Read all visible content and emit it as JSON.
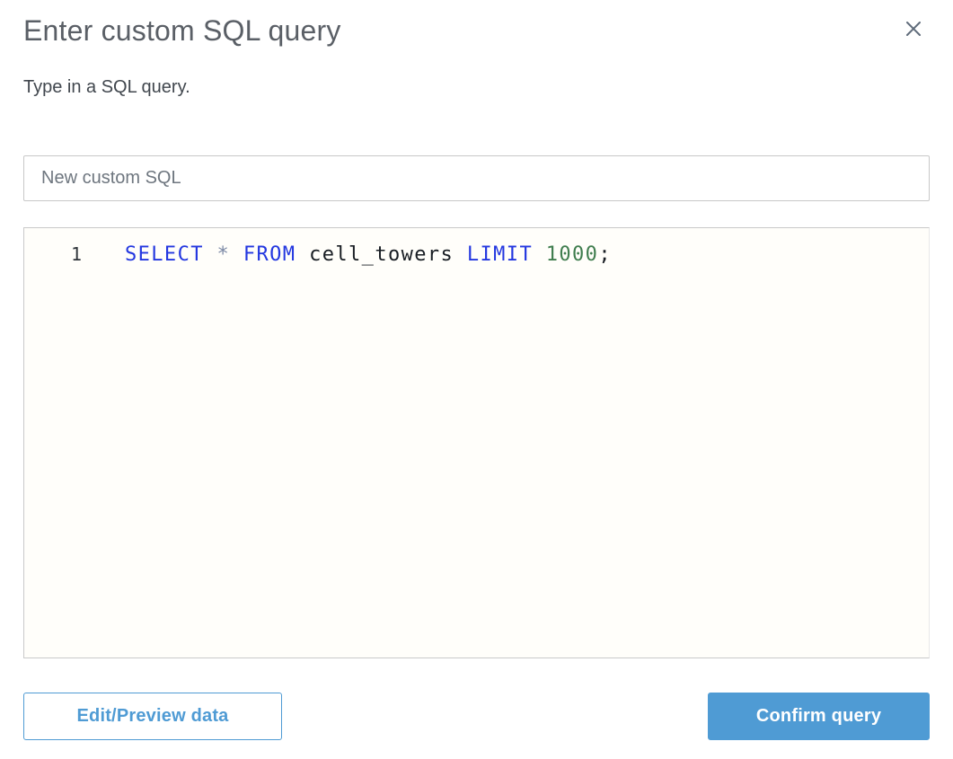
{
  "modal": {
    "title": "Enter custom SQL query",
    "subtitle": "Type in a SQL query."
  },
  "query_name_input": {
    "value": "New custom SQL"
  },
  "sql_editor": {
    "lines": [
      {
        "number": "1",
        "tokens": [
          {
            "text": "SELECT",
            "type": "keyword"
          },
          {
            "text": " ",
            "type": "plain"
          },
          {
            "text": "*",
            "type": "operator"
          },
          {
            "text": " ",
            "type": "plain"
          },
          {
            "text": "FROM",
            "type": "keyword"
          },
          {
            "text": " ",
            "type": "plain"
          },
          {
            "text": "cell_towers",
            "type": "identifier"
          },
          {
            "text": " ",
            "type": "plain"
          },
          {
            "text": "LIMIT",
            "type": "keyword"
          },
          {
            "text": " ",
            "type": "plain"
          },
          {
            "text": "1000",
            "type": "number"
          },
          {
            "text": ";",
            "type": "plain"
          }
        ]
      }
    ]
  },
  "footer": {
    "edit_preview_label": "Edit/Preview data",
    "confirm_label": "Confirm query"
  },
  "colors": {
    "accent_blue": "#4f9bd4",
    "keyword": "#2337e0",
    "operator": "#7d8aa6",
    "identifier": "#181d23",
    "number": "#3f7d4e",
    "editor_background": "#fffefa",
    "title_gray": "#5a5f66"
  }
}
